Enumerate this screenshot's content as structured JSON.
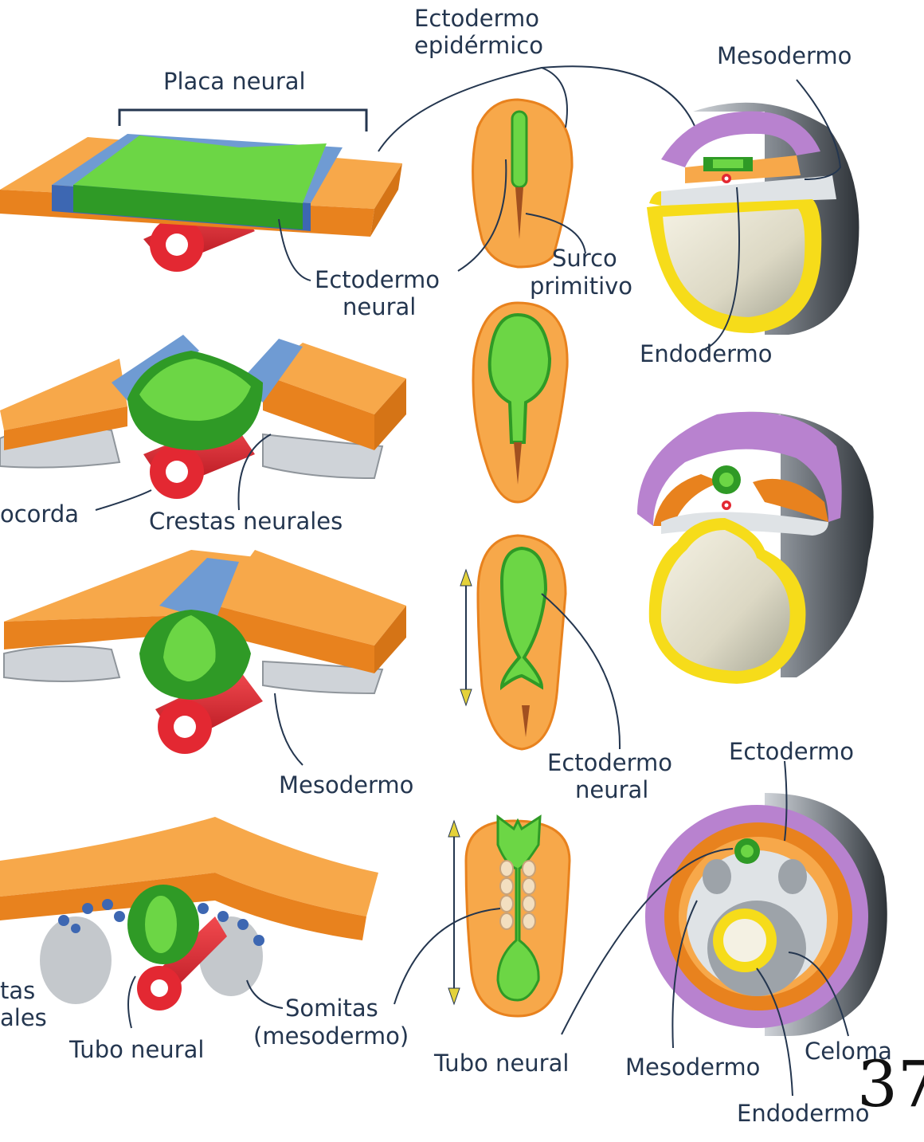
{
  "labels": {
    "ecto_epidermico_1": "Ectodermo",
    "ecto_epidermico_2": "epidérmico",
    "mesodermo_top": "Mesodermo",
    "placa_neural": "Placa neural",
    "ecto_neural_top_1": "Ectodermo",
    "ecto_neural_top_2": "neural",
    "surco_1": "Surco",
    "surco_2": "primitivo",
    "endodermo_top": "Endodermo",
    "notocorda": "ocorda",
    "crestas_neurales": "Crestas neurales",
    "mesodermo_mid": "Mesodermo",
    "ecto_neural_mid_1": "Ectodermo",
    "ecto_neural_mid_2": "neural",
    "ectodermo_bottom": "Ectodermo",
    "crestas_bottom_1": "tas",
    "crestas_bottom_2": "ales",
    "tubo_neural_left": "Tubo neural",
    "somitas_1": "Somitas",
    "somitas_2": "(mesodermo)",
    "tubo_neural_center": "Tubo neural",
    "mesodermo_bottom": "Mesodermo",
    "celoma": "Celoma",
    "endodermo_bottom": "Endodermo"
  },
  "page_number": "37",
  "colors": {
    "ectoderm": "#f7a84a",
    "ectoderm_dark": "#e8821e",
    "neural": "#6cd645",
    "neural_dark": "#2f9a26",
    "crest": "#6f9bd3",
    "crest_dark": "#3d67b2",
    "notochord": "#e32832",
    "mesoderm_purple": "#b882cf",
    "endoderm_yellow": "#f6dc1a",
    "gray": "#c9cdd1",
    "label": "#24364f"
  }
}
